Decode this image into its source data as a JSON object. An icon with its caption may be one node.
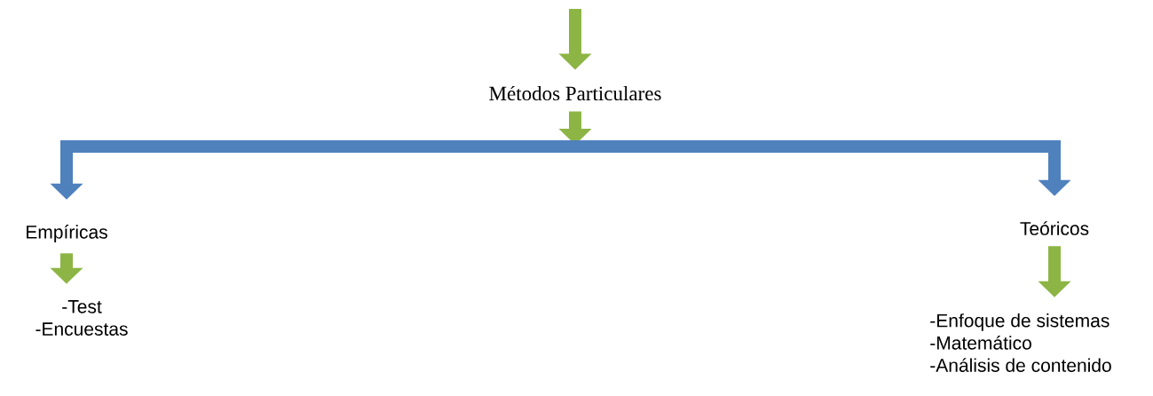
{
  "diagram": {
    "nodes": [
      {
        "text": [
          "Métodos Particulares"
        ]
      },
      {
        "text": [
          "Empíricas"
        ]
      },
      {
        "text": [
          "Teóricos"
        ]
      },
      {
        "text": [
          "-Test",
          "-Encuestas"
        ]
      },
      {
        "text": [
          "-Enfoque de sistemas",
          "-Matemático",
          "-Análisis de contenido"
        ]
      }
    ],
    "edges": [
      {
        "from": null,
        "to": 0,
        "arrow": "to"
      },
      {
        "from": 0,
        "to": 1,
        "arrow": "to",
        "color": "#4f81bd"
      },
      {
        "from": 0,
        "to": 2,
        "arrow": "to",
        "color": "#4f81bd"
      },
      {
        "from": 1,
        "to": 3,
        "arrow": "to"
      },
      {
        "from": 2,
        "to": 4,
        "arrow": "to"
      }
    ]
  }
}
